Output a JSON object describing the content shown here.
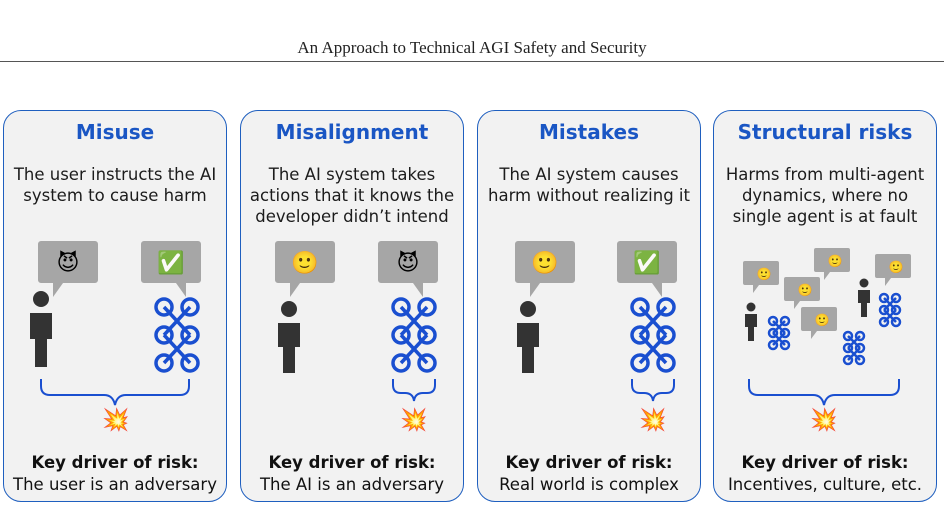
{
  "header": {
    "title": "An Approach to Technical AGI Safety and Security"
  },
  "panels": [
    {
      "title": "Misuse",
      "description": [
        "The user instructs the AI",
        "system to cause harm"
      ],
      "key_label": "Key driver of risk:",
      "driver": "The user is an adversary",
      "human_bubble": "😈",
      "ai_bubble": "✅"
    },
    {
      "title": "Misalignment",
      "description": [
        "The AI system takes",
        "actions that it knows the",
        "developer didn’t intend"
      ],
      "key_label": "Key driver of risk:",
      "driver": "The AI is an adversary",
      "human_bubble": "🙂",
      "ai_bubble": "😈"
    },
    {
      "title": "Mistakes",
      "description": [
        "The AI system causes",
        "harm without realizing it"
      ],
      "key_label": "Key driver of risk:",
      "driver": "Real world is complex",
      "human_bubble": "🙂",
      "ai_bubble": "✅"
    },
    {
      "title": "Structural risks",
      "description": [
        "Harms from multi-agent",
        "dynamics, where no",
        "single agent is at fault"
      ],
      "key_label": "Key driver of risk:",
      "driver": "Incentives, culture, etc.",
      "bubble_emoji": "🙂"
    }
  ],
  "harm_icon": "💥",
  "colors": {
    "accent": "#1a56c4",
    "panel_bg": "#f2f2f2",
    "bubble": "#a6a6a6",
    "person": "#333333",
    "network": "#1a4fd0"
  }
}
